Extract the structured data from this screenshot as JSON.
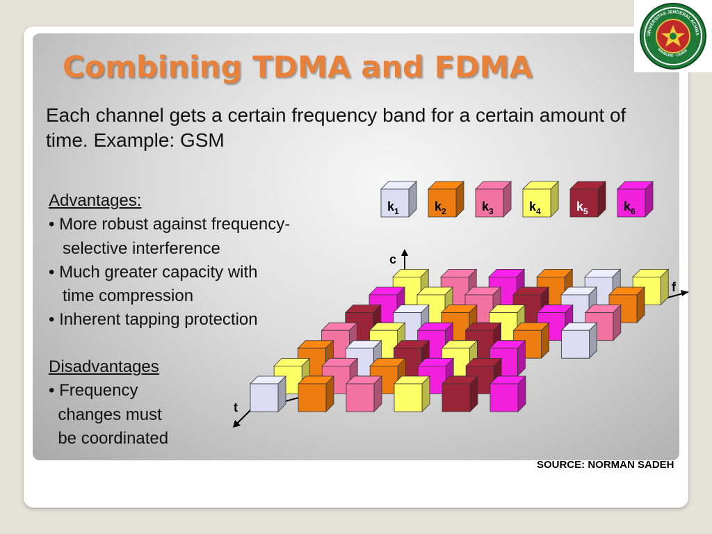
{
  "slide": {
    "title": "Combining TDMA and FDMA",
    "intro": "Each channel gets a certain frequency band for a certain amount of time.  Example: GSM",
    "advantages": {
      "heading": "Advantages:",
      "lines": [
        "• More robust against frequency-",
        "   selective interference",
        "• Much greater capacity with",
        "   time compression",
        "• Inherent tapping protection"
      ]
    },
    "disadvantages": {
      "heading": "Disadvantages",
      "lines": [
        "• Frequency",
        "  changes must",
        "  be coordinated"
      ]
    },
    "source": "SOURCE: NORMAN SADEH"
  },
  "logo": {
    "icon": "university-seal-icon",
    "text": "UNIVERSITAS JENDERAL ACHMAD YANI • BANDUNG - CIMAHI"
  },
  "diagram": {
    "axes": {
      "c": "c",
      "f": "f",
      "t": "t"
    },
    "channels": [
      {
        "base": "k",
        "sub": "1",
        "color": "#dcdcf2",
        "text": "#000000"
      },
      {
        "base": "k",
        "sub": "2",
        "color": "#ee7d11",
        "text": "#000000"
      },
      {
        "base": "k",
        "sub": "3",
        "color": "#f272a0",
        "text": "#000000"
      },
      {
        "base": "k",
        "sub": "4",
        "color": "#ffff66",
        "text": "#000000"
      },
      {
        "base": "k",
        "sub": "5",
        "color": "#9a2438",
        "text": "#ffffff"
      },
      {
        "base": "k",
        "sub": "6",
        "color": "#f21fdc",
        "text": "#000000"
      }
    ],
    "grid": [
      [
        4,
        3,
        6,
        2,
        1,
        4
      ],
      [
        6,
        4,
        3,
        5,
        1,
        2
      ],
      [
        5,
        1,
        2,
        4,
        6,
        3
      ],
      [
        3,
        4,
        6,
        5,
        2,
        1
      ],
      [
        2,
        1,
        5,
        4,
        6,
        0
      ],
      [
        4,
        3,
        2,
        6,
        5,
        0
      ],
      [
        1,
        2,
        3,
        4,
        5,
        6
      ]
    ]
  }
}
